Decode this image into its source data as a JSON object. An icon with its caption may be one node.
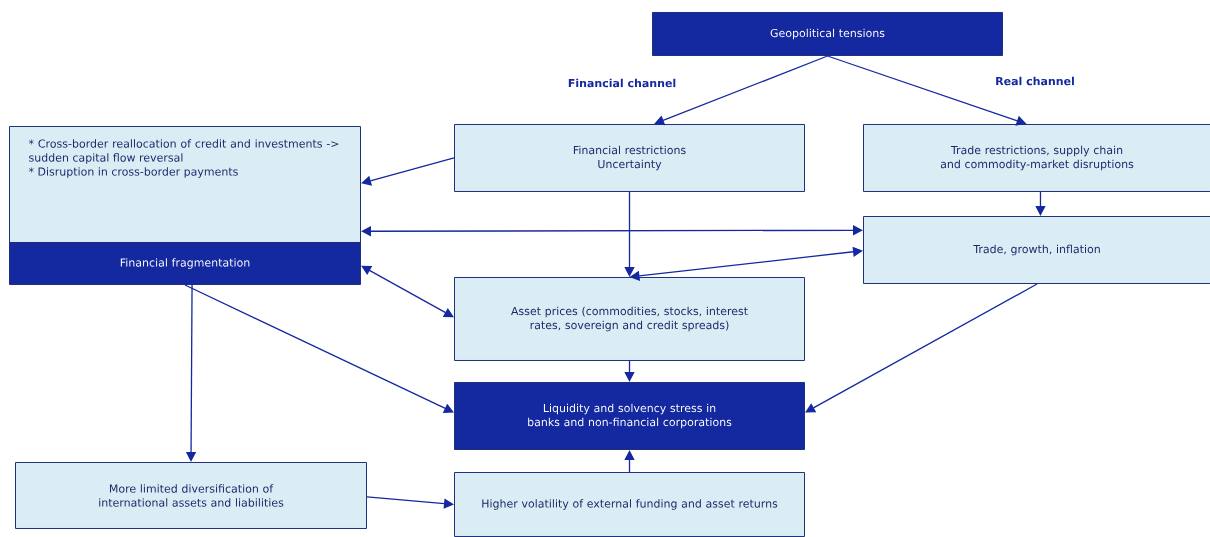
{
  "diagram": {
    "nodes": [
      {
        "text": [
          "Geopolitical tensions"
        ]
      },
      {
        "text": [
          "Financial restrictions",
          "Uncertainty"
        ]
      },
      {
        "text": [
          "Trade restrictions, supply chain and commodity-market disruptions"
        ]
      },
      {
        "text": [
          "* Cross-border reallocation of credit and investments -> sudden capital flow reversal",
          "* Disruption in cross-border payments"
        ]
      },
      {
        "text": [
          "Financial fragmentation"
        ]
      },
      {
        "text": [
          "Trade, growth, inflation"
        ]
      },
      {
        "text": [
          "Asset prices (commodities, stocks, interest rates, sovereign and credit spreads)"
        ]
      },
      {
        "text": [
          "Liquidity and solvency stress in banks and non-financial corporations"
        ]
      },
      {
        "text": [
          "More limited diversification of international assets and liabilities"
        ]
      },
      {
        "text": [
          "Higher volatility of external funding and asset returns"
        ]
      }
    ],
    "edges": [
      {
        "from": 0,
        "to": 1,
        "arrow": "to"
      },
      {
        "from": 0,
        "to": 2,
        "arrow": "to"
      },
      {
        "from": 1,
        "to": 3,
        "arrow": "to"
      },
      {
        "from": 2,
        "to": 5,
        "arrow": "to"
      },
      {
        "from": 3,
        "to": 5,
        "arrow": "both"
      },
      {
        "from": 1,
        "to": 6,
        "arrow": "to"
      },
      {
        "from": 5,
        "to": 6,
        "arrow": "both"
      },
      {
        "from": 4,
        "to": 6,
        "arrow": "both"
      },
      {
        "from": 6,
        "to": 7,
        "arrow": "to"
      },
      {
        "from": 5,
        "to": 7,
        "arrow": "to"
      },
      {
        "from": 4,
        "to": 7,
        "arrow": "to"
      },
      {
        "from": 4,
        "to": 8,
        "arrow": "to"
      },
      {
        "from": 8,
        "to": 9,
        "arrow": "to"
      },
      {
        "from": 9,
        "to": 7,
        "arrow": "to"
      }
    ],
    "labels": [
      "Financial channel",
      "Real channel"
    ]
  }
}
